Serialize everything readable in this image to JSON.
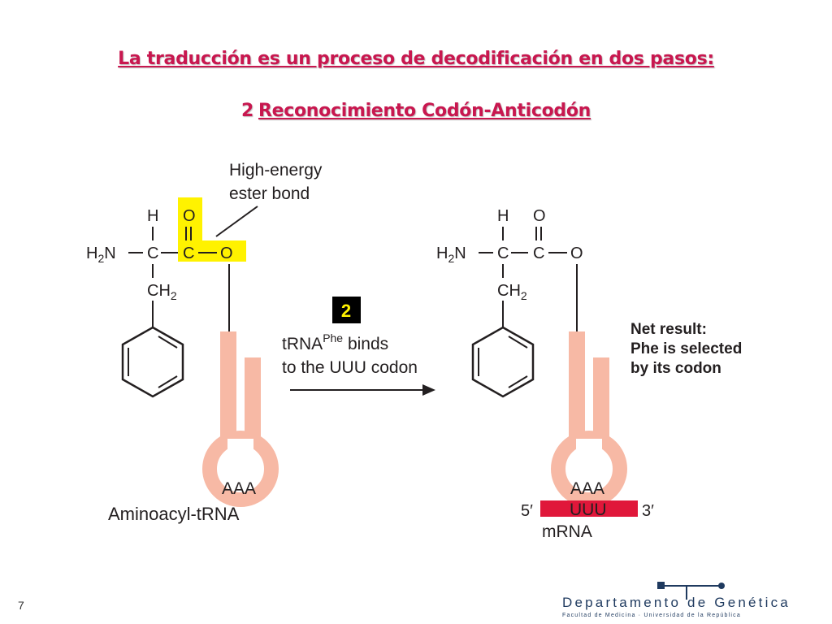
{
  "title": {
    "line1": "La traducción es un proceso de decodificación en dos pasos:",
    "line2_number": "2",
    "line2_text": "Reconocimiento Codón-Anticodón"
  },
  "left_molecule": {
    "callout_line1": "High-energy",
    "callout_line2": "ester bond",
    "atom_H": "H",
    "atom_O_top": "O",
    "atom_H2N": "H",
    "atom_H2N_sub": "2",
    "atom_N": "N",
    "atom_C_alpha": "C",
    "atom_C_carbonyl": "C",
    "atom_O_ester": "O",
    "atom_CH": "CH",
    "atom_CH_sub": "2",
    "anticodon": "AAA",
    "caption": "Aminoacyl-tRNA"
  },
  "step": {
    "badge": "2",
    "line1_a": "tRNA",
    "line1_sup": "Phe",
    "line1_b": " binds",
    "line2": "to the UUU codon"
  },
  "right_molecule": {
    "atom_H": "H",
    "atom_O_top": "O",
    "atom_H2N": "H",
    "atom_H2N_sub": "2",
    "atom_N": "N",
    "atom_C_alpha": "C",
    "atom_C_carbonyl": "C",
    "atom_O_ester": "O",
    "atom_CH": "CH",
    "atom_CH_sub": "2",
    "anticodon": "AAA",
    "codon": "UUU",
    "end_5": "5′",
    "end_3": "3′",
    "mrna_label": "mRNA",
    "net_line1": "Net result:",
    "net_line2": "Phe is selected",
    "net_line3": "by its codon"
  },
  "footer": {
    "page_number": "7",
    "dept_name": "Departamento de Genética",
    "dept_sub": "Facultad de Medicina · Universidad de la República"
  },
  "colors": {
    "title": "#c8174f",
    "highlight": "#fff200",
    "trna": "#f7b9a5",
    "mrna": "#e0173a",
    "badge_bg": "#000000",
    "logo": "#1f3a5f"
  }
}
